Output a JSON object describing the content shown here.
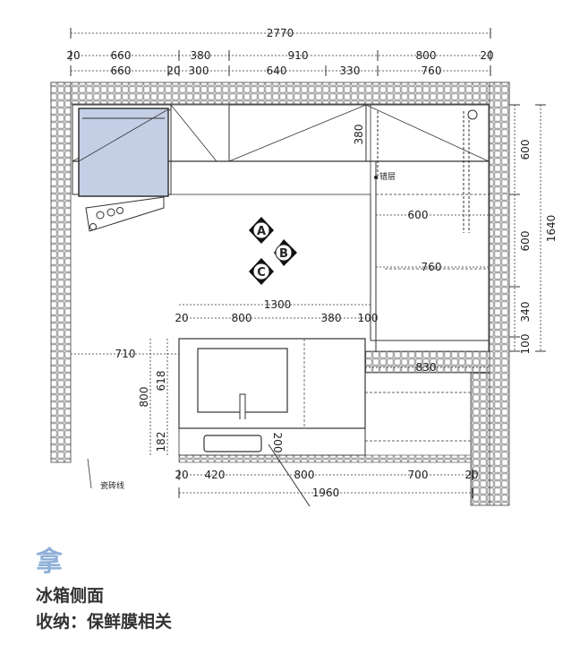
{
  "dims": {
    "overall_width": "2770",
    "row1": [
      "20",
      "660",
      "380",
      "910",
      "800",
      "20"
    ],
    "row2": [
      "660",
      "20",
      "300",
      "640",
      "330",
      "760"
    ],
    "wall_cabinet_depth": "380",
    "right_column": [
      "600",
      "600",
      "340",
      "100"
    ],
    "right_total": "1640",
    "inner_600": "600",
    "inner_760": "760",
    "island_width": "1300",
    "island_row": [
      "20",
      "800",
      "380",
      "100"
    ],
    "left_710": "710",
    "left_618": "618",
    "left_800": "800",
    "left_182": "182",
    "right_830": "830",
    "sink_200": "200",
    "bottom_row": [
      "20",
      "420",
      "800",
      "700",
      "20"
    ],
    "bottom_total": "1960"
  },
  "labels": {
    "offset_layer": "错层",
    "tile_line": "瓷砖线",
    "circle_a": "A",
    "circle_b": "B",
    "circle_c": "C"
  },
  "caption": {
    "icon_char": "拿",
    "line1": "冰箱侧面",
    "line2": "收纳：保鲜膜相关"
  },
  "colors": {
    "fridge_fill": "#c4cfe6",
    "accent_blue": "#8fb0d8",
    "line": "#333333"
  }
}
